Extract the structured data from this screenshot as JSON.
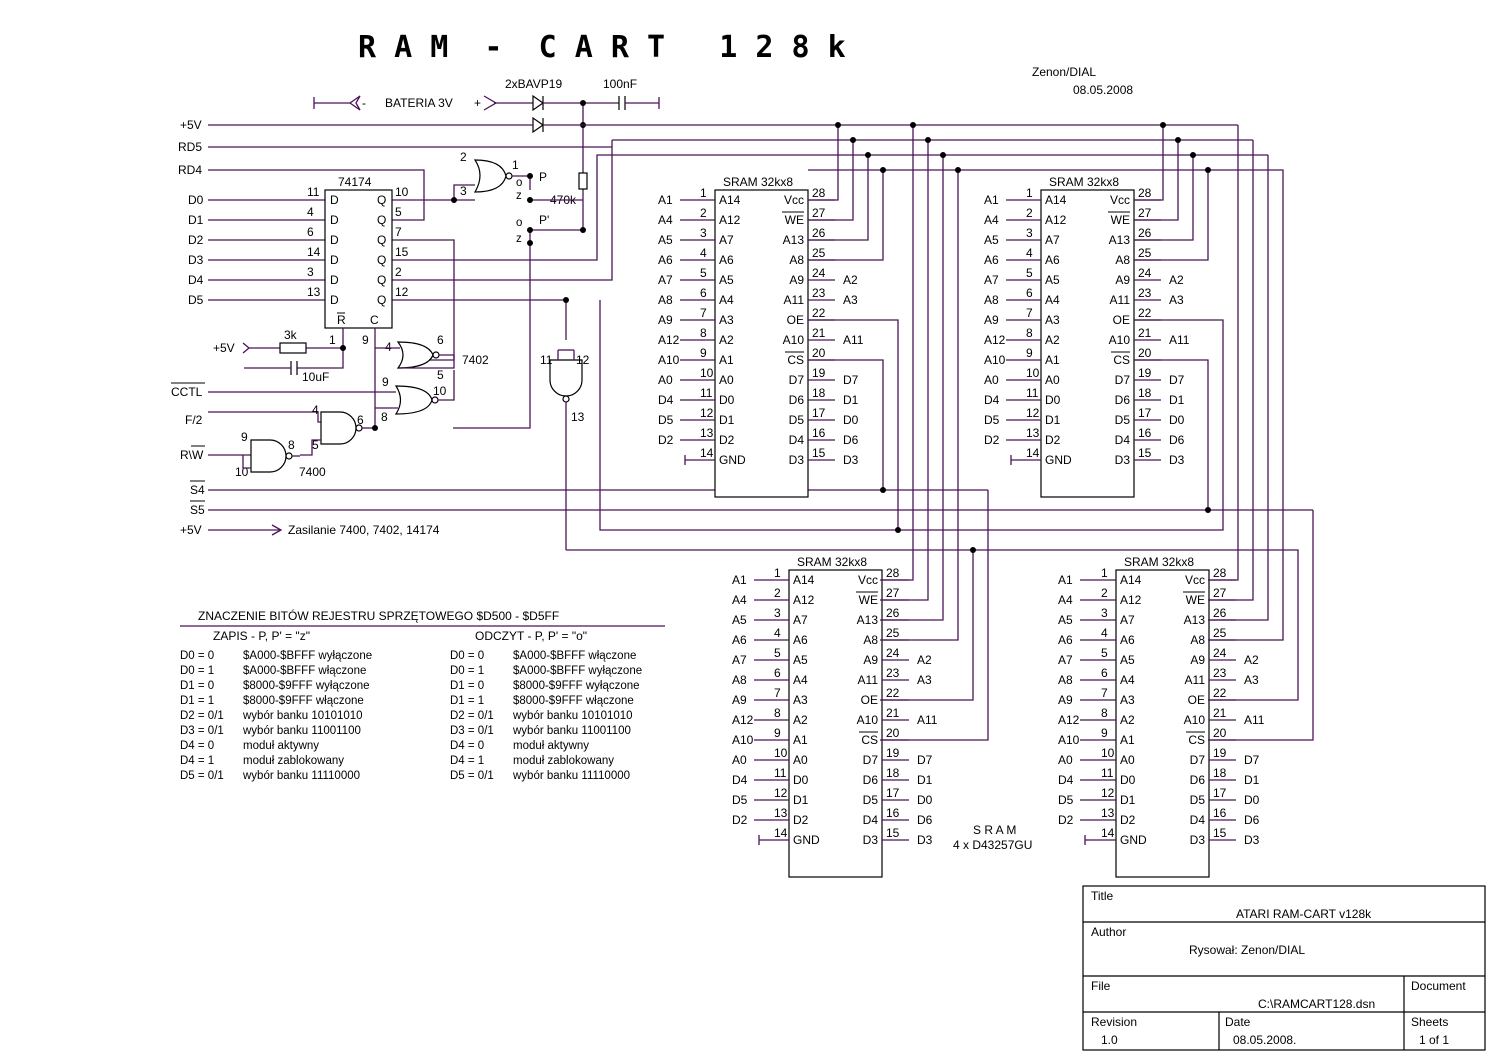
{
  "title": "R A M  -  C A R T   1 2 8 k",
  "author_tag": "Zenon/DIAL",
  "date_tag": "08.05.2008",
  "colors": {
    "wire": "#4b1458",
    "outline": "#000000"
  },
  "signals": {
    "vcc": "+5V",
    "rd5": "RD5",
    "rd4": "RD4",
    "d": [
      "D0",
      "D1",
      "D2",
      "D3",
      "D4",
      "D5"
    ],
    "cctl": "CCTL",
    "f2": "F/2",
    "rw": "R\\W",
    "s4": "S4",
    "s5": "S5",
    "vcc2": "+5V",
    "vcc_supply": "+5V",
    "supply_note": "Zasilanie 7400, 7402, 14174"
  },
  "battery": {
    "minus": "-",
    "label": "BATERIA 3V",
    "plus": "+"
  },
  "diodes": "2xBAVP19",
  "capacitor": "100nF",
  "resistor_pullup": "470k",
  "resistor_3k": "3k",
  "cap_10u": "10uF",
  "switch": {
    "p": "P",
    "p2": "P'",
    "o": "o",
    "z": "z"
  },
  "reg": {
    "name": "74174",
    "in_pins": [
      "11",
      "4",
      "6",
      "14",
      "3",
      "13"
    ],
    "out_pins": [
      "10",
      "5",
      "7",
      "15",
      "2",
      "12"
    ],
    "d_label": "D",
    "q_label": "Q",
    "r_label": "R",
    "c_label": "C",
    "pin1": "1",
    "pin9": "9"
  },
  "gates": {
    "g7402": "7402",
    "g7400": "7400",
    "nor1": [
      "2",
      "3",
      "1"
    ],
    "nor2": [
      "4",
      "5",
      "6"
    ],
    "nor3": [
      "9",
      "8",
      "10"
    ],
    "nand1": [
      "4",
      "5",
      "6"
    ],
    "nand2": [
      "9",
      "10",
      "8"
    ],
    "nand3": [
      "11",
      "12",
      "13"
    ]
  },
  "sram": {
    "title": "SRAM 32kx8",
    "left_signals": [
      "A1",
      "A4",
      "A5",
      "A6",
      "A7",
      "A8",
      "A9",
      "A12",
      "A10",
      "A0",
      "D4",
      "D5",
      "D2"
    ],
    "left_pins": [
      "1",
      "2",
      "3",
      "4",
      "5",
      "6",
      "7",
      "8",
      "9",
      "10",
      "11",
      "12",
      "13",
      "14"
    ],
    "left_names": [
      "A14",
      "A12",
      "A7",
      "A6",
      "A5",
      "A4",
      "A3",
      "A2",
      "A1",
      "A0",
      "D0",
      "D1",
      "D2",
      "GND"
    ],
    "right_names": [
      "Vcc",
      "WE",
      "A13",
      "A8",
      "A9",
      "A11",
      "OE",
      "A10",
      "CS",
      "D7",
      "D6",
      "D5",
      "D4",
      "D3"
    ],
    "right_pins": [
      "28",
      "27",
      "26",
      "25",
      "24",
      "23",
      "22",
      "21",
      "20",
      "19",
      "18",
      "17",
      "16",
      "15"
    ],
    "right_signals": [
      "",
      "",
      "",
      "",
      "A2",
      "A3",
      "",
      "A11",
      "",
      "D7",
      "D1",
      "D0",
      "D6",
      "D3"
    ]
  },
  "sram_note": {
    "title": "S R A M",
    "part": "4 x D43257GU"
  },
  "table": {
    "heading": "ZNACZENIE   BITÓW   REJESTRU   SPRZĘTOWEGO   $D500 - $D5FF",
    "write_head": "ZAPIS  -  P, P' = \"z\"",
    "read_head": "ODCZYT  -  P, P' = \"o\"",
    "write_rows": [
      [
        "D0 = 0",
        "$A000-$BFFF wyłączone"
      ],
      [
        "D0 = 1",
        "$A000-$BFFF włączone"
      ],
      [
        "D1 = 0",
        "$8000-$9FFF wyłączone"
      ],
      [
        "D1 = 1",
        "$8000-$9FFF włączone"
      ],
      [
        "D2 = 0/1",
        "wybór banku  10101010"
      ],
      [
        "D3 = 0/1",
        "wybór banku  11001100"
      ],
      [
        "D4 = 0",
        "moduł aktywny"
      ],
      [
        "D4 = 1",
        "moduł zablokowany"
      ],
      [
        "D5 = 0/1",
        "wybór banku  11110000"
      ]
    ],
    "read_rows": [
      [
        "D0 = 0",
        "$A000-$BFFF włączone"
      ],
      [
        "D0 = 1",
        "$A000-$BFFF wyłączone"
      ],
      [
        "D1 = 0",
        "$8000-$9FFF wyłączone"
      ],
      [
        "D1 = 1",
        "$8000-$9FFF włączone"
      ],
      [
        "D2 = 0/1",
        "wybór banku  10101010"
      ],
      [
        "D3 = 0/1",
        "wybór banku  11001100"
      ],
      [
        "D4 = 0",
        "moduł aktywny"
      ],
      [
        "D4 = 1",
        "moduł zablokowany"
      ],
      [
        "D5 = 0/1",
        "wybór banku  11110000"
      ]
    ]
  },
  "title_block": {
    "title_label": "Title",
    "title_value": "ATARI   RAM-CART v128k",
    "author_label": "Author",
    "author_value": "Rysował:  Zenon/DIAL",
    "file_label": "File",
    "file_value": "C:\\RAMCART128.dsn",
    "document_label": "Document",
    "revision_label": "Revision",
    "revision_value": "1.0",
    "date_label": "Date",
    "date_value": "08.05.2008.",
    "sheets_label": "Sheets",
    "sheets_value": "1 of 1"
  }
}
